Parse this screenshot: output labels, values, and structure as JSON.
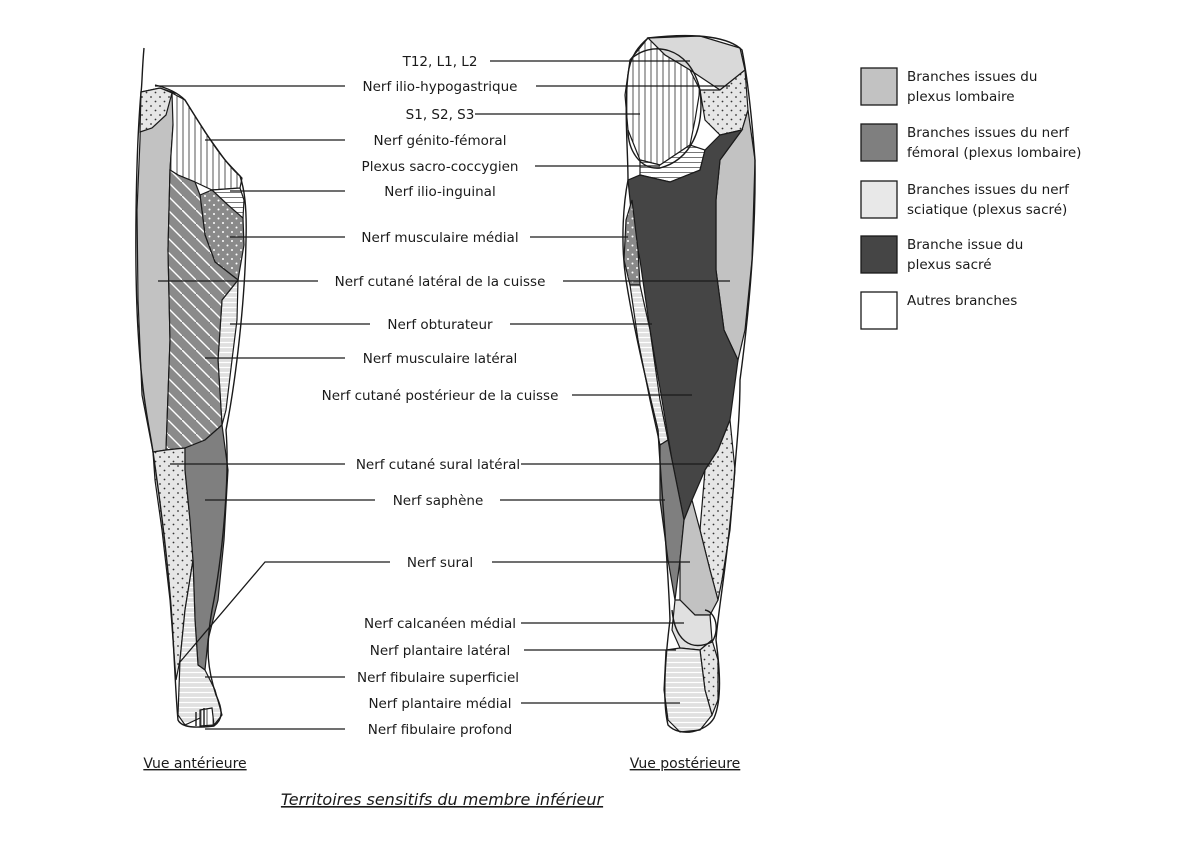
{
  "title": "Territoires sensitifs du membre inférieur",
  "views": {
    "anterior": "Vue antérieure",
    "posterior": "Vue postérieure"
  },
  "labels": [
    "T12, L1, L2",
    "Nerf ilio-hypogastrique",
    "S1, S2, S3",
    "Nerf génito-fémoral",
    "Plexus sacro-coccygien",
    "Nerf ilio-inguinal",
    "Nerf musculaire médial",
    "Nerf cutané latéral de la cuisse",
    "Nerf obturateur",
    "Nerf musculaire latéral",
    "Nerf cutané postérieur de la cuisse",
    "Nerf cutané sural latéral",
    "Nerf saphène",
    "Nerf sural",
    "Nerf calcanéen médial",
    "Nerf plantaire latéral",
    "Nerf fibulaire superficiel",
    "Nerf plantaire médial",
    "Nerf fibulaire profond"
  ],
  "legend": [
    {
      "lines": [
        "Branches issues du",
        "plexus lombaire"
      ],
      "color": "#c2c2c2"
    },
    {
      "lines": [
        "Branches issues du nerf",
        "fémoral (plexus lombaire)"
      ],
      "color": "#7f7f7f"
    },
    {
      "lines": [
        "Branches issues du nerf",
        "sciatique (plexus sacré)"
      ],
      "color": "#e8e8e8"
    },
    {
      "lines": [
        "Branche issue du",
        "plexus sacré"
      ],
      "color": "#454545"
    },
    {
      "lines": [
        "Autres branches"
      ],
      "color": "#ffffff"
    }
  ]
}
